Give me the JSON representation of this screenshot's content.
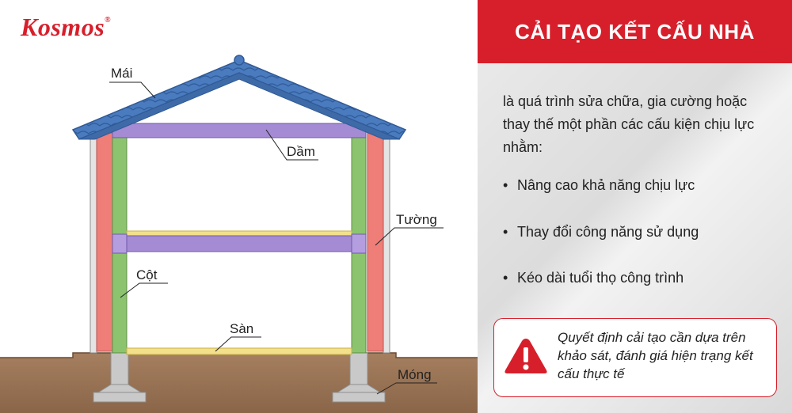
{
  "brand": {
    "logo_text": "Kosmos",
    "registered_mark": "®",
    "accent_color": "#d71f2b"
  },
  "diagram": {
    "labels": {
      "roof": "Mái",
      "beam": "Dầm",
      "wall": "Tường",
      "column": "Cột",
      "floor": "Sàn",
      "foundation": "Móng"
    },
    "colors": {
      "roof": "#4a7bbf",
      "beam": "#a48bd4",
      "wall": "#ef7d78",
      "column": "#8cc36f",
      "floor": "#f3e08a",
      "foundation": "#c9c9c9",
      "ground": "#9a7657"
    }
  },
  "panel": {
    "title": "CẢI TẠO KẾT CẤU NHÀ",
    "intro": "là quá trình sửa chữa, gia cường hoặc thay thế một phần các cấu kiện chịu lực nhằm:",
    "bullets": [
      "Nâng cao khả năng chịu lực",
      "Thay đổi công năng sử dụng",
      "Kéo dài tuổi thọ công trình"
    ],
    "note": "Quyết định cải tạo cần dựa trên khảo sát, đánh giá hiện trạng kết cấu thực tế",
    "warning_icon": "warning-triangle-icon"
  }
}
